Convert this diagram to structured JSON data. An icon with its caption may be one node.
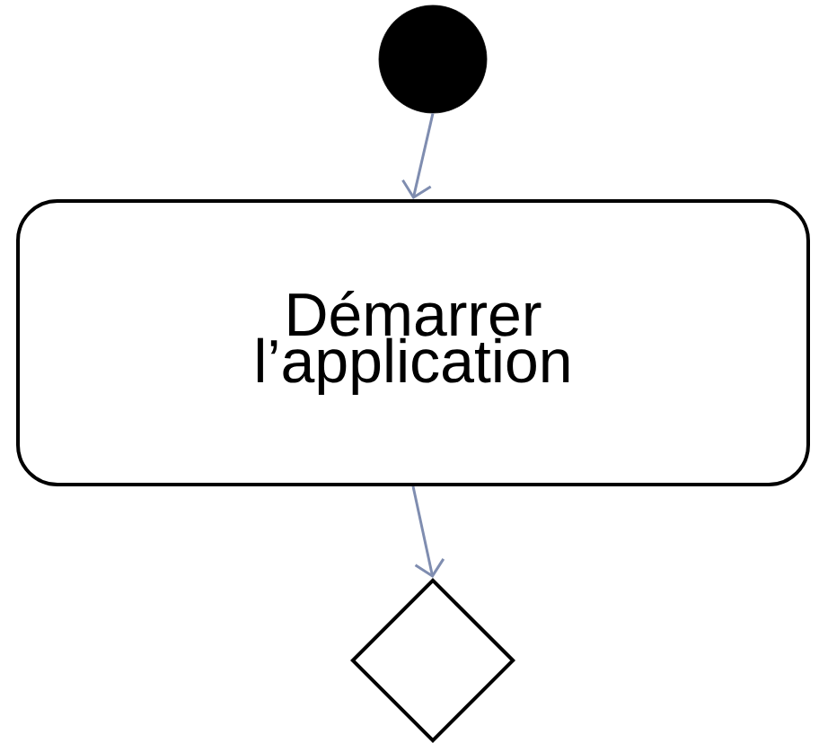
{
  "diagram": {
    "nodes": [
      {
        "text": [],
        "shape": "circle"
      },
      {
        "text": [
          "Démarrer l’application"
        ]
      },
      {
        "text": [],
        "shape": "diamond"
      }
    ],
    "edges": [
      {
        "from": 0,
        "to": 1,
        "arrow": "to"
      },
      {
        "from": 1,
        "to": 2,
        "arrow": "to"
      }
    ]
  }
}
